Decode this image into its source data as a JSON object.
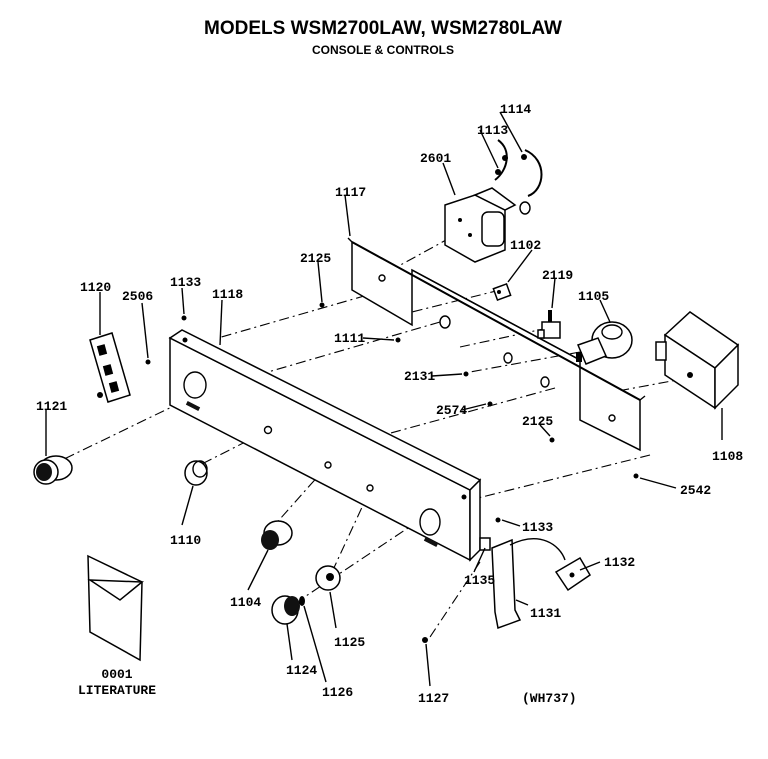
{
  "header": {
    "title": "MODELS WSM2700LAW, WSM2780LAW",
    "subtitle": "CONSOLE & CONTROLS"
  },
  "parts": {
    "p2601": "2601",
    "p1113": "1113",
    "p1114": "1114",
    "p1117": "1117",
    "p2125a": "2125",
    "p1102": "1102",
    "p2119": "2119",
    "p1105": "1105",
    "p1120": "1120",
    "p2506": "2506",
    "p1133a": "1133",
    "p1118": "1118",
    "p1111": "1111",
    "p2131": "2131",
    "p2574": "2574",
    "p2125b": "2125",
    "p1108": "1108",
    "p1121": "1121",
    "p2542": "2542",
    "p1110": "1110",
    "p1133b": "1133",
    "p1132": "1132",
    "p1104": "1104",
    "p1135": "1135",
    "p1131": "1131",
    "p1125": "1125",
    "p1124": "1124",
    "p1126": "1126",
    "p1127": "1127"
  },
  "literature": {
    "code": "0001",
    "label": "LITERATURE"
  },
  "ref_code": "(WH737)"
}
